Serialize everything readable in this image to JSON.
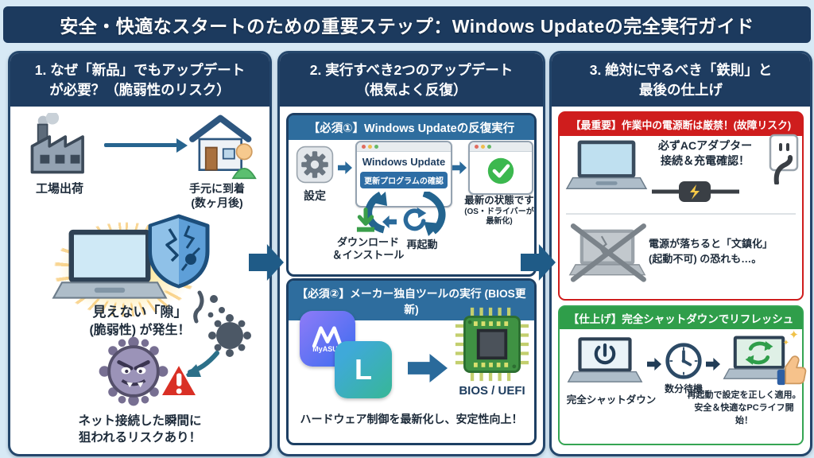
{
  "header": {
    "title": "安全・快適なスタートのための重要ステップ：Windows Updateの完全実行ガイド"
  },
  "colors": {
    "background": "#d7e9f5",
    "navy": "#1d3c5e",
    "sub_header_blue": "#2e6d9e",
    "alert_red": "#cf1d1d",
    "ok_green": "#2f9e4a",
    "arrow_blue": "#1f5b87",
    "check_green": "#3cb84f",
    "bolt_yellow": "#f7c948"
  },
  "icons": {
    "lenovo_letter": "L",
    "sparkle": "✦"
  },
  "panel1": {
    "title_line1": "1. なぜ「新品」でもアップデート",
    "title_line2": "が必要？（脆弱性のリスク）",
    "factory_label": "工場出荷",
    "house_label_line1": "手元に到着",
    "house_label_line2": "(数ヶ月後)",
    "gap_text_line1": "見えない「隙」",
    "gap_text_line2": "(脆弱性) が発生！",
    "risk_text_line1": "ネット接続した瞬間に",
    "risk_text_line2": "狙われるリスクあり！"
  },
  "panel2": {
    "title_line1": "2. 実行すべき2つのアップデート",
    "title_line2": "（根気よく反復）",
    "box1": {
      "header": "【必須①】Windows Updateの反復実行",
      "settings_label": "設定",
      "window_title": "Windows Update",
      "button_label": "更新プログラムの確認",
      "status_line1": "最新の状態です",
      "status_line2": "(OS・ドライバーが",
      "status_line3": "最新化)",
      "download_label_line1": "ダウンロード",
      "download_label_line2": "＆インストール",
      "restart_label": "再起動"
    },
    "box2": {
      "header": "【必須②】メーカー独自ツールの実行 (BIOS更新)",
      "myasus_label": "MyASUS",
      "chip_label": "BIOS / UEFI",
      "caption": "ハードウェア制御を最新化し、安定性向上！"
    }
  },
  "panel3": {
    "title_line1": "3. 絶対に守るべき「鉄則」と",
    "title_line2": "最後の仕上げ",
    "red_box": {
      "header": "【最重要】作業中の電源断は厳禁！(故障リスク)",
      "ac_text_line1": "必ずACアダプター",
      "ac_text_line2": "接続＆充電確認！",
      "brick_text_line1": "電源が落ちると「文鎮化」",
      "brick_text_line2": "(起動不可) の恐れも…。"
    },
    "green_box": {
      "header": "【仕上げ】完全シャットダウンでリフレッシュ",
      "shutdown_label": "完全シャットダウン",
      "wait_label": "数分待機",
      "restart_text_line1": "再起動で設定を正しく適用。",
      "restart_text_line2": "安全＆快適なPCライフ開始！"
    }
  }
}
